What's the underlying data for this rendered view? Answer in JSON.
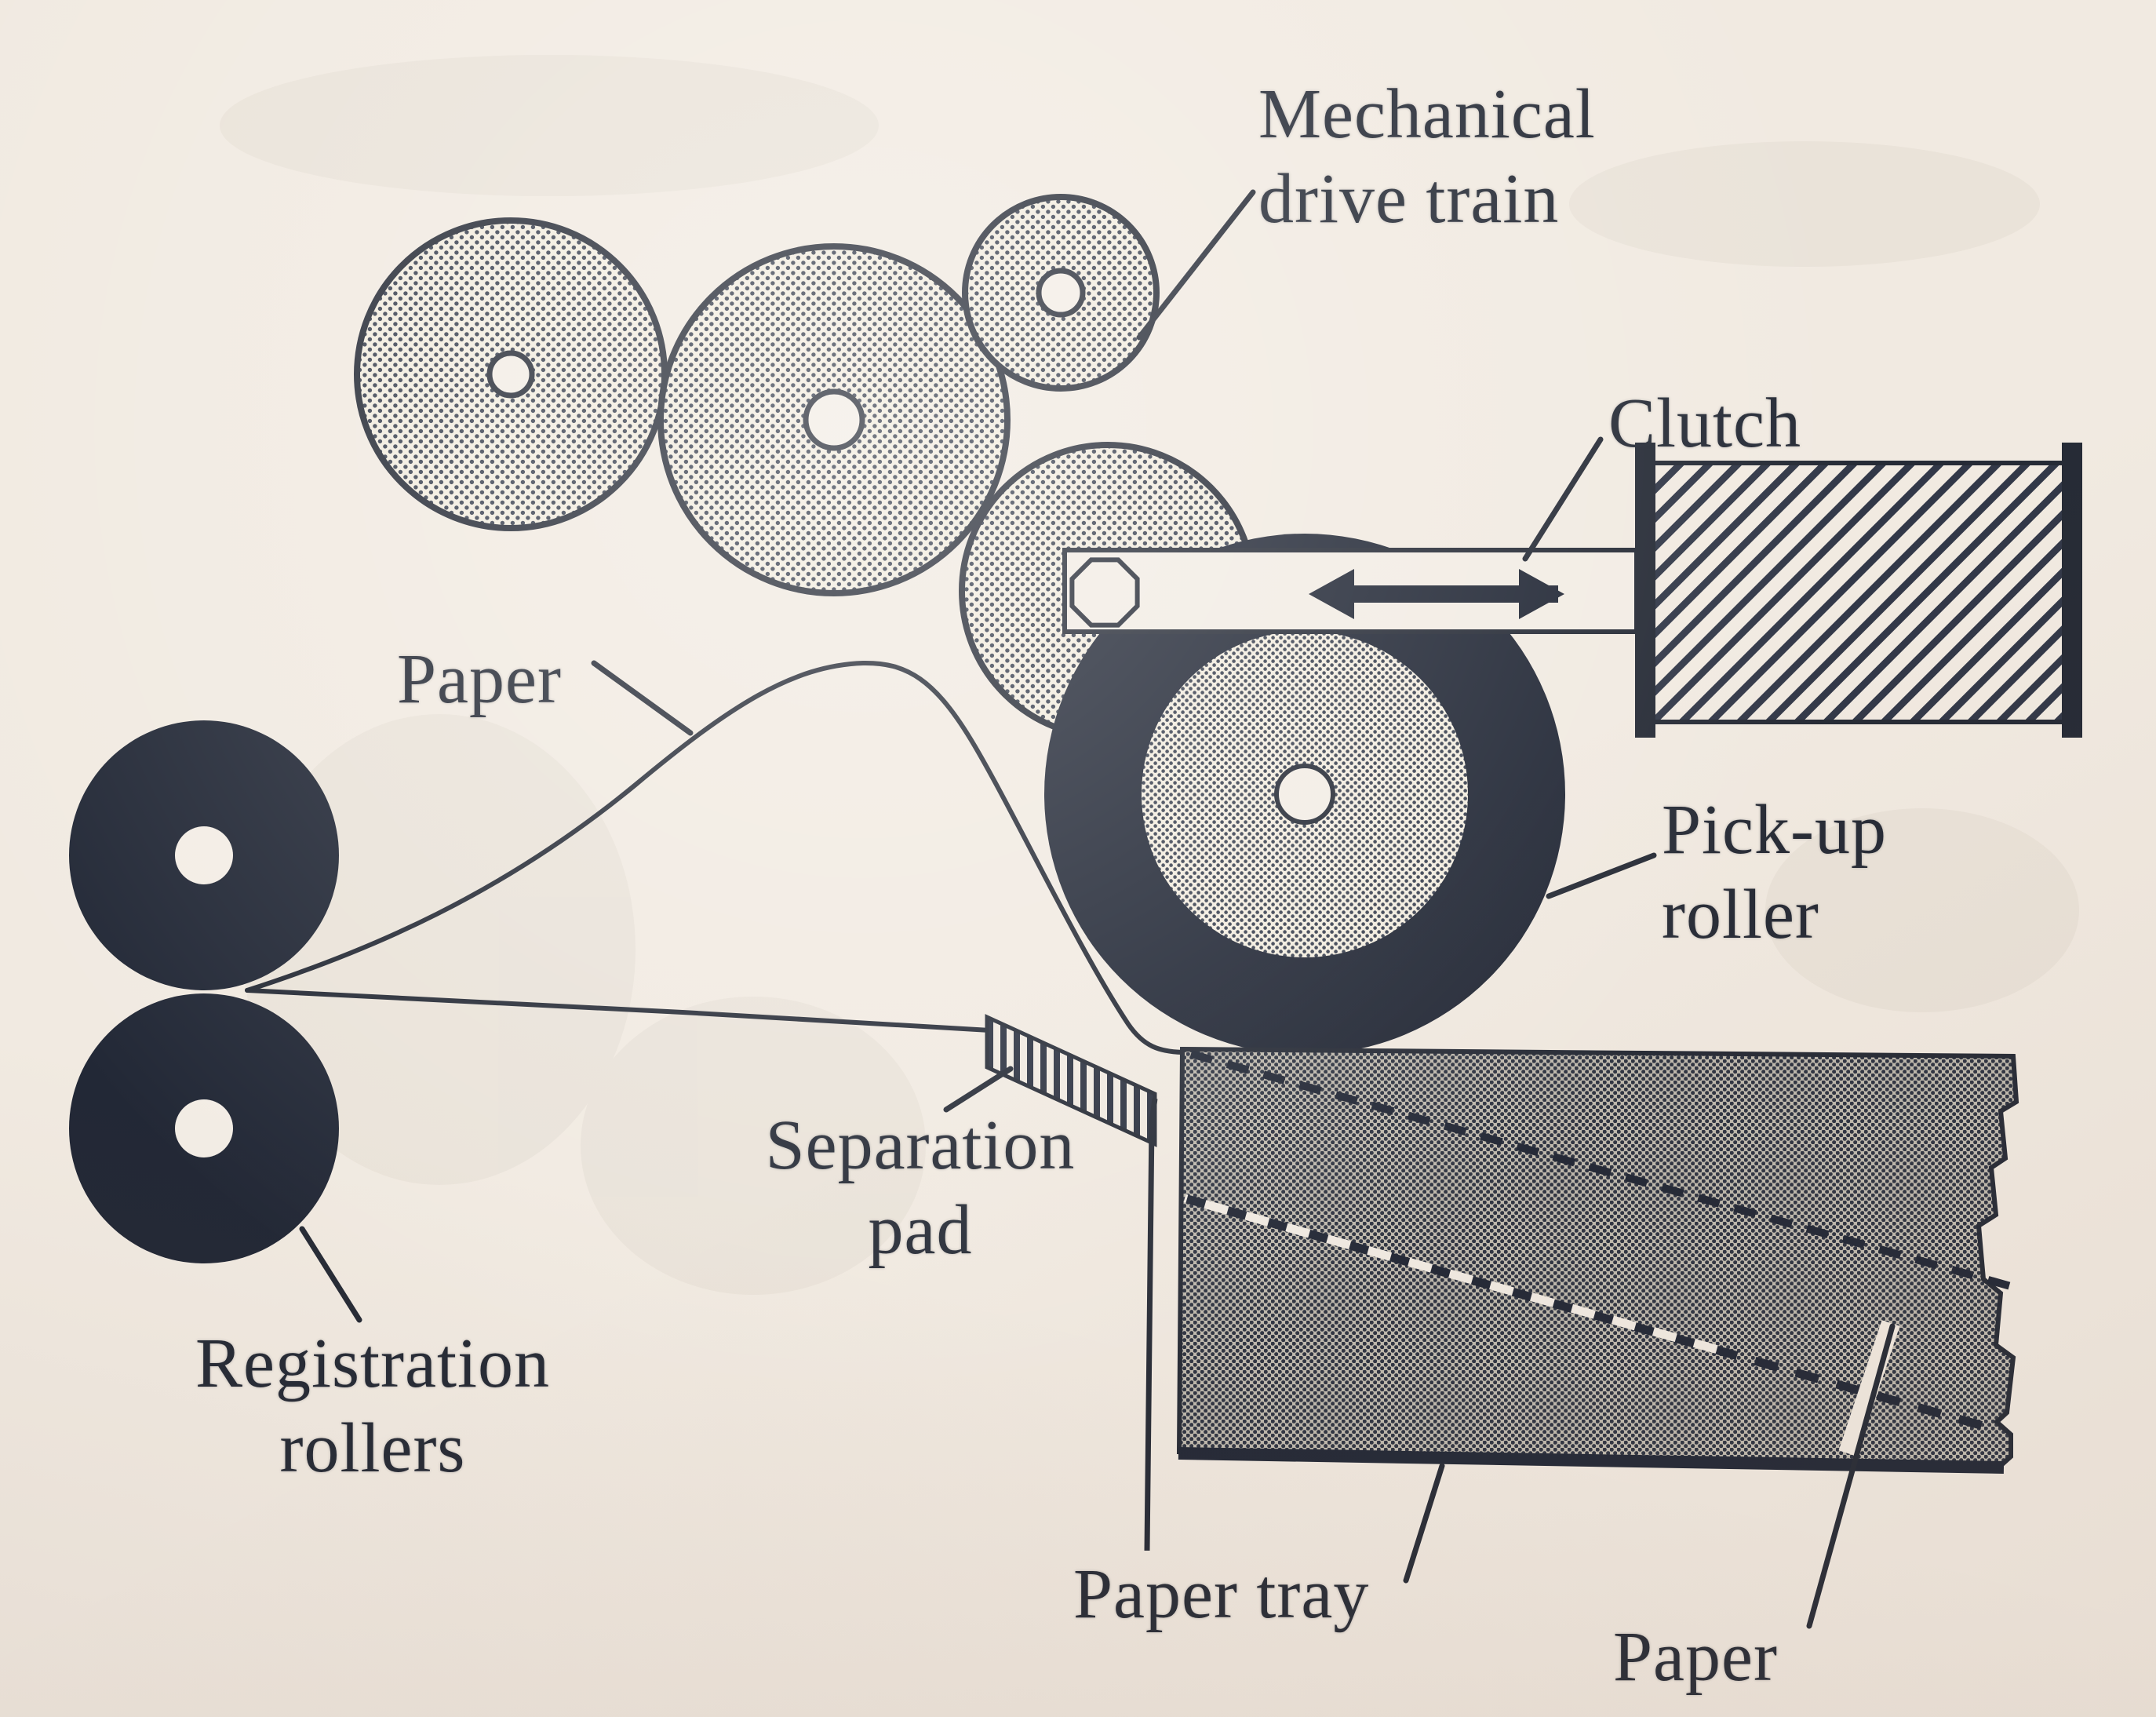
{
  "figure": {
    "title": "Printer paper pick-up mechanism diagram",
    "background_color": "#f1eae1",
    "ink_color": "#262b36"
  },
  "labels": {
    "mechanical_drive_train": "Mechanical\ndrive train",
    "clutch": "Clutch",
    "pickup_roller": "Pick-up\nroller",
    "paper_feed": "Paper",
    "registration_rollers": "Registration\nrollers",
    "separation_pad": "Separation\npad",
    "paper_tray": "Paper tray",
    "paper_stack": "Paper"
  }
}
